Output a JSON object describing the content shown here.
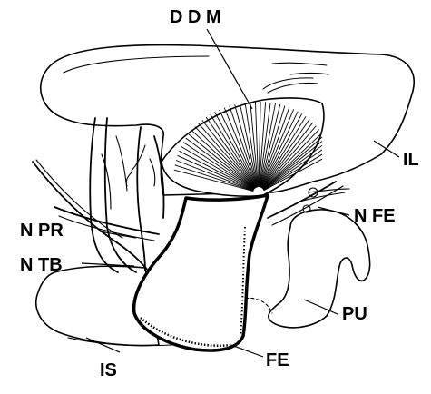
{
  "labels": {
    "ddm": "D D M",
    "il": "IL",
    "nfe": "N FE",
    "npr": "N PR",
    "ntb": "N TB",
    "pu": "PU",
    "is": "IS",
    "fe": "FE"
  },
  "colors": {
    "ink": "#000000",
    "paper": "#ffffff"
  }
}
